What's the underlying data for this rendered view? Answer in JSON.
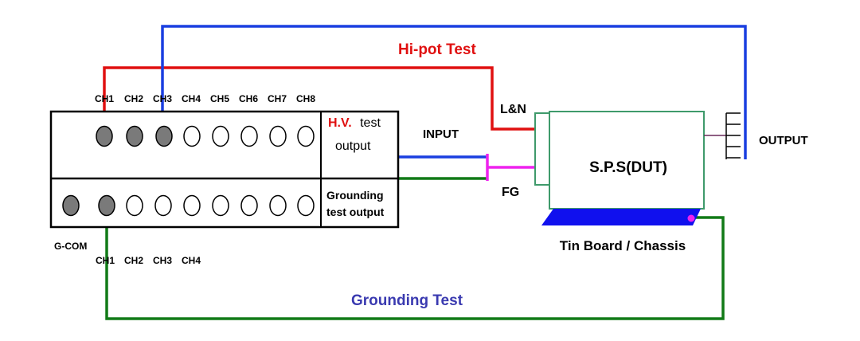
{
  "channels_top": [
    "CH1",
    "CH2",
    "CH3",
    "CH4",
    "CH5",
    "CH6",
    "CH7",
    "CH8"
  ],
  "channels_bottom": [
    "CH1",
    "CH2",
    "CH3",
    "CH4"
  ],
  "labels": {
    "hipot_test": "Hi-pot Test",
    "grounding_test": "Grounding Test",
    "hv_prefix": "H.V.",
    "hv_test": "test",
    "hv_output": "output",
    "grounding_line1": "Grounding",
    "grounding_line2": "test output",
    "gcom": "G-COM",
    "input": "INPUT",
    "ln": "L&N",
    "fg": "FG",
    "output": "OUTPUT",
    "dut": "S.P.S(DUT)",
    "chassis": "Tin Board / Chassis"
  },
  "colors": {
    "hipot_wire": "#e01010",
    "hv_wire": "#1a3fe0",
    "ground_wire": "#117a17",
    "fg_wire": "#ee22ee",
    "dut_border": "#3f9a6b",
    "chassis_plate": "#1010ee",
    "jack_active": "#7a7a7a",
    "hipot_label": "#e01010",
    "grounding_label": "#3a3ab0"
  }
}
